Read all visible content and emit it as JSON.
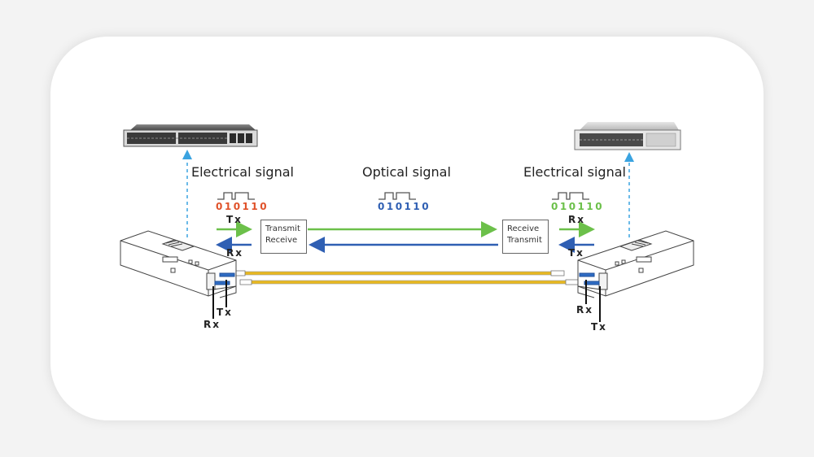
{
  "diagram": {
    "left": {
      "device": "network-switch",
      "label": "Electrical signal",
      "bits": "010110",
      "bits_color": "#e0522a",
      "top_arrow_label": "Tx",
      "bottom_arrow_label": "Rx",
      "box_line1": "Transmit",
      "box_line2": "Receive",
      "port_label_1": "Tx",
      "port_label_2": "Rx"
    },
    "center": {
      "label": "Optical signal",
      "bits": "010110",
      "bits_color": "#2f5fb3"
    },
    "right": {
      "device": "router-line-card",
      "label": "Electrical signal",
      "bits": "010110",
      "bits_color": "#6cc04a",
      "top_arrow_label": "Rx",
      "bottom_arrow_label": "Tx",
      "box_line1": "Receive",
      "box_line2": "Transmit",
      "port_label_1": "Rx",
      "port_label_2": "Tx"
    },
    "colors": {
      "transmit_arrow": "#6cc04a",
      "receive_arrow": "#2f5fb3",
      "dashed_arrow": "#3aa3e0",
      "fiber": "#e8b820"
    }
  }
}
